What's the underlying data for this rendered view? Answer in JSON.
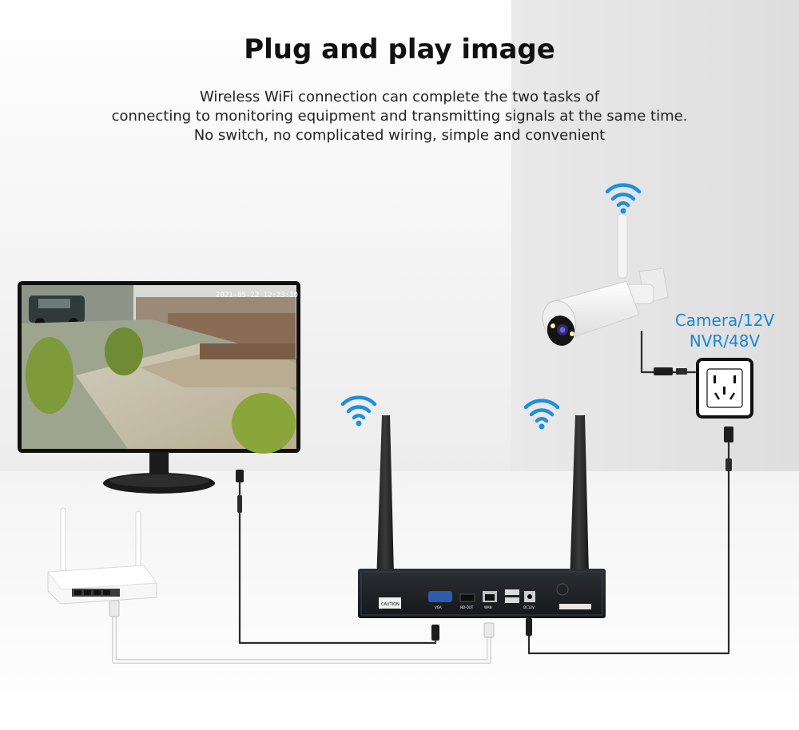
{
  "header": {
    "title": "Plug and play image",
    "description_lines": [
      "Wireless WiFi connection can complete the two tasks of",
      "connecting to monitoring equipment and transmitting signals at the same time.",
      "No switch, no complicated wiring, simple and convenient"
    ]
  },
  "power_label": {
    "line1": "Camera/12V",
    "line2": "NVR/48V"
  },
  "monitor": {
    "osd_timestamp": "2021-05-22   12:23:10"
  },
  "nvr": {
    "caution_label": "CAUTION",
    "port_labels": [
      "VGA",
      "HD-OUT",
      "WAN",
      "DC12V"
    ]
  },
  "colors": {
    "wifi_icon": "#1e8fe0",
    "power_text": "#1a86d6",
    "title_text": "#111111"
  },
  "icons": [
    "wifi-icon",
    "power-socket-icon"
  ]
}
